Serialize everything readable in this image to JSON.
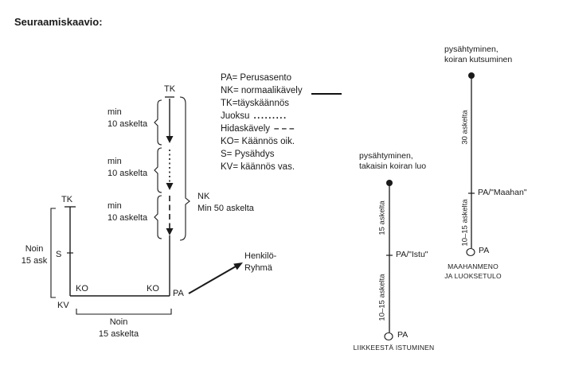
{
  "title": "Seuraamiskaavio:",
  "legend": {
    "items": [
      {
        "text": "PA= Perusasento"
      },
      {
        "text": "NK= normaalikävely"
      },
      {
        "text": "TK=täyskäännös"
      },
      {
        "text": "Juoksu",
        "sample": "........."
      },
      {
        "text": "Hidaskävely",
        "sample": "– – –"
      },
      {
        "text": "KO= Käännös oik."
      },
      {
        "text": "S= Pysähdys"
      },
      {
        "text": "KV= käännös vas."
      }
    ]
  },
  "course": {
    "tk_top": "TK",
    "tk_left": "TK",
    "s": "S",
    "kv": "KV",
    "pa": "PA",
    "ko_left": "KO",
    "ko_right": "KO",
    "min_steps_1": "min\n10 askelta",
    "min_steps_2": "min\n10 askelta",
    "min_steps_3": "min\n10 askelta",
    "nk_note": "NK\nMin 50 askelta",
    "left_span": "Noin\n15 ask",
    "bottom_span": "Noin\n15 askelta",
    "group_label": "Henkilö-\nRyhmä"
  },
  "exercise_sit": {
    "header": "pysähtyminen,\ntakaisin koiran luo",
    "steps_top": "15 askelta",
    "mid_label": "PA/\"Istu\"",
    "steps_bottom": "10–15 askelta",
    "start_label": "PA",
    "caption": "LIIKKEESTÄ ISTUMINEN"
  },
  "exercise_down": {
    "header": "pysähtyminen,\nkoiran kutsuminen",
    "steps_top": "30 askelta",
    "mid_label": "PA/\"Maahan\"",
    "steps_bottom": "10–15 askelta",
    "start_label": "PA",
    "caption": "MAAHANMENO\nJA LUOKSETULO"
  }
}
